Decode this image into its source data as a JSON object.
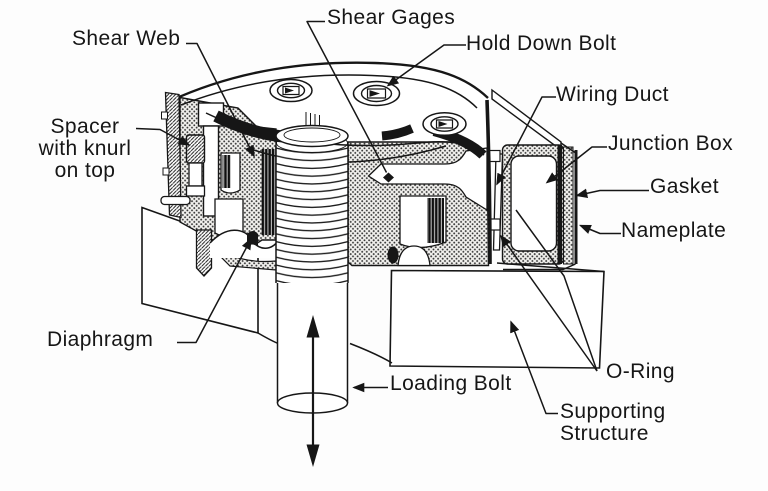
{
  "labels": {
    "shear_web": "Shear Web",
    "shear_gages": "Shear Gages",
    "hold_down_bolt": "Hold Down Bolt",
    "wiring_duct": "Wiring Duct",
    "junction_box": "Junction Box",
    "gasket": "Gasket",
    "nameplate": "Nameplate",
    "spacer": {
      "line1": "Spacer",
      "line2": "with knurl",
      "line3": "on top"
    },
    "diaphragm": "Diaphragm",
    "loading_bolt": "Loading Bolt",
    "o_ring": "O-Ring",
    "supporting_structure": {
      "line1": "Supporting",
      "line2": "Structure"
    }
  },
  "colors": {
    "ink": "#161616",
    "background": "#fdfdfd"
  }
}
